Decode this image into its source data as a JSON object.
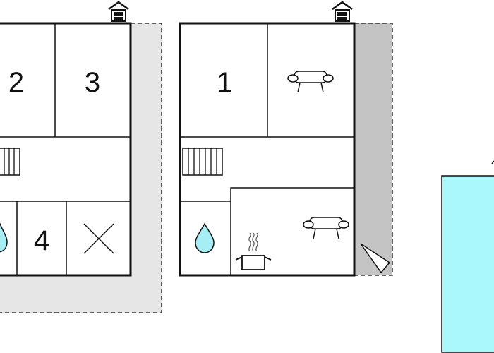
{
  "floorplan": {
    "colors": {
      "wall": "#111111",
      "terrace": "#e6e6e6",
      "terrace_dark": "#c4c4c4",
      "pool": "#aaf8fb",
      "water": "#a6eef4",
      "background": "#ffffff"
    },
    "rooms": {
      "left_a": "2",
      "left_b": "3",
      "left_c": "4",
      "right_a": "1"
    },
    "icons": {
      "entrance": "house-entrance-icon",
      "stairs": "stairs-icon",
      "water_drop": "water-drop-icon",
      "sofa": "sofa-icon",
      "cooking_pot": "cooking-pot-icon",
      "cross": "cross-icon",
      "compass": "compass-arrow-icon"
    }
  }
}
